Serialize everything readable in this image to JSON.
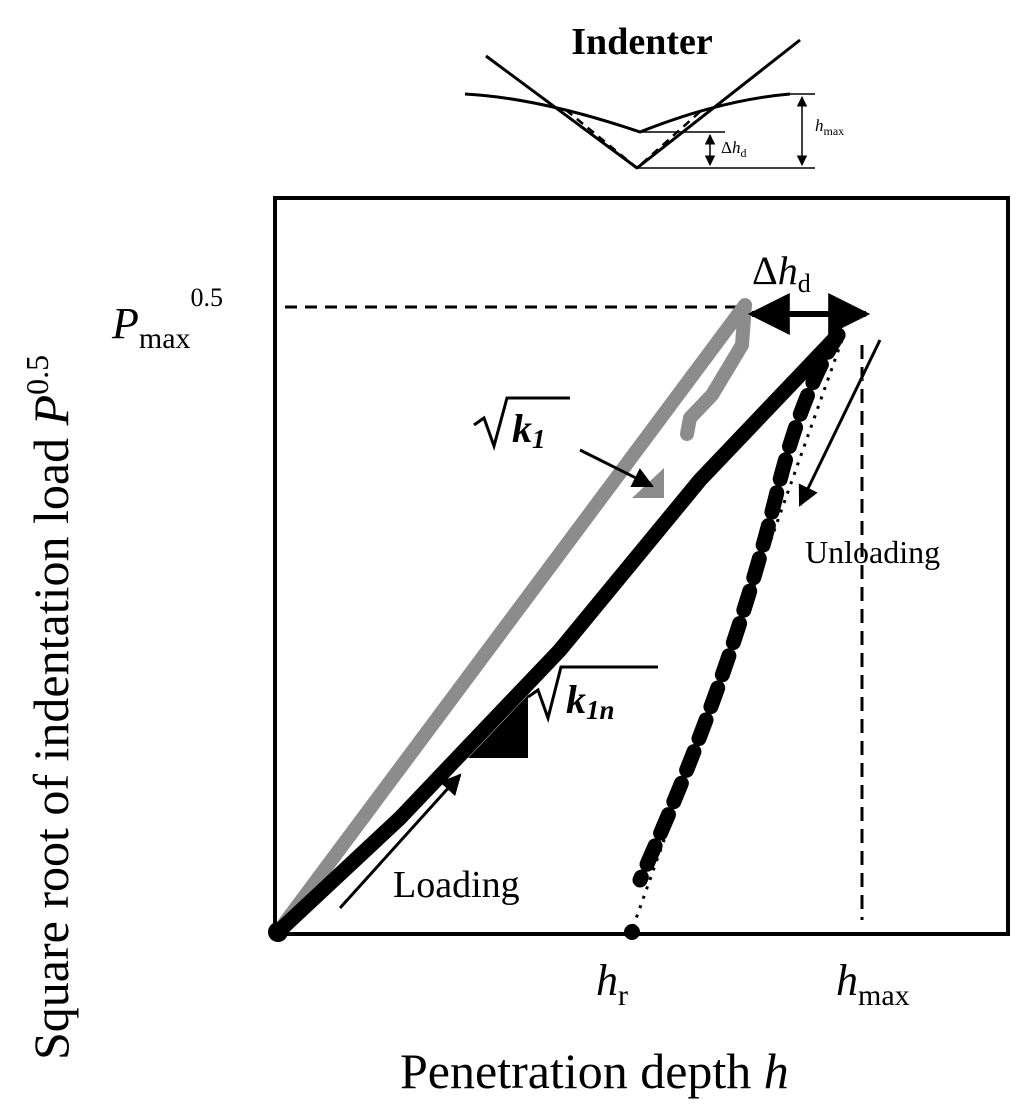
{
  "indenter": {
    "title": "Indenter",
    "dh_symbol": "Δ",
    "dh_var": "h",
    "dh_sub": "d",
    "hmax_var": "h",
    "hmax_sub": "max"
  },
  "axes": {
    "y_label_main": "Square root of indentation load ",
    "y_label_var": "P",
    "y_label_sup": "0.5",
    "x_label_main": "Penetration depth ",
    "x_label_var": "h"
  },
  "ticks": {
    "pmax_var": "P",
    "pmax_sub": "max",
    "pmax_sup": "0.5",
    "hr_var": "h",
    "hr_sub": "r",
    "hmax_var": "h",
    "hmax_sub": "max"
  },
  "annotations": {
    "delta_symbol": "Δ",
    "delta_var": "h",
    "delta_sub": "d",
    "k1_var": "k",
    "k1_sub": "1",
    "k1n_var": "k",
    "k1n_sub": "1n",
    "unloading": "Unloading",
    "loading": "Loading"
  },
  "colors": {
    "ideal_curve": "#8c8c8c",
    "actual_curve": "#000000"
  }
}
